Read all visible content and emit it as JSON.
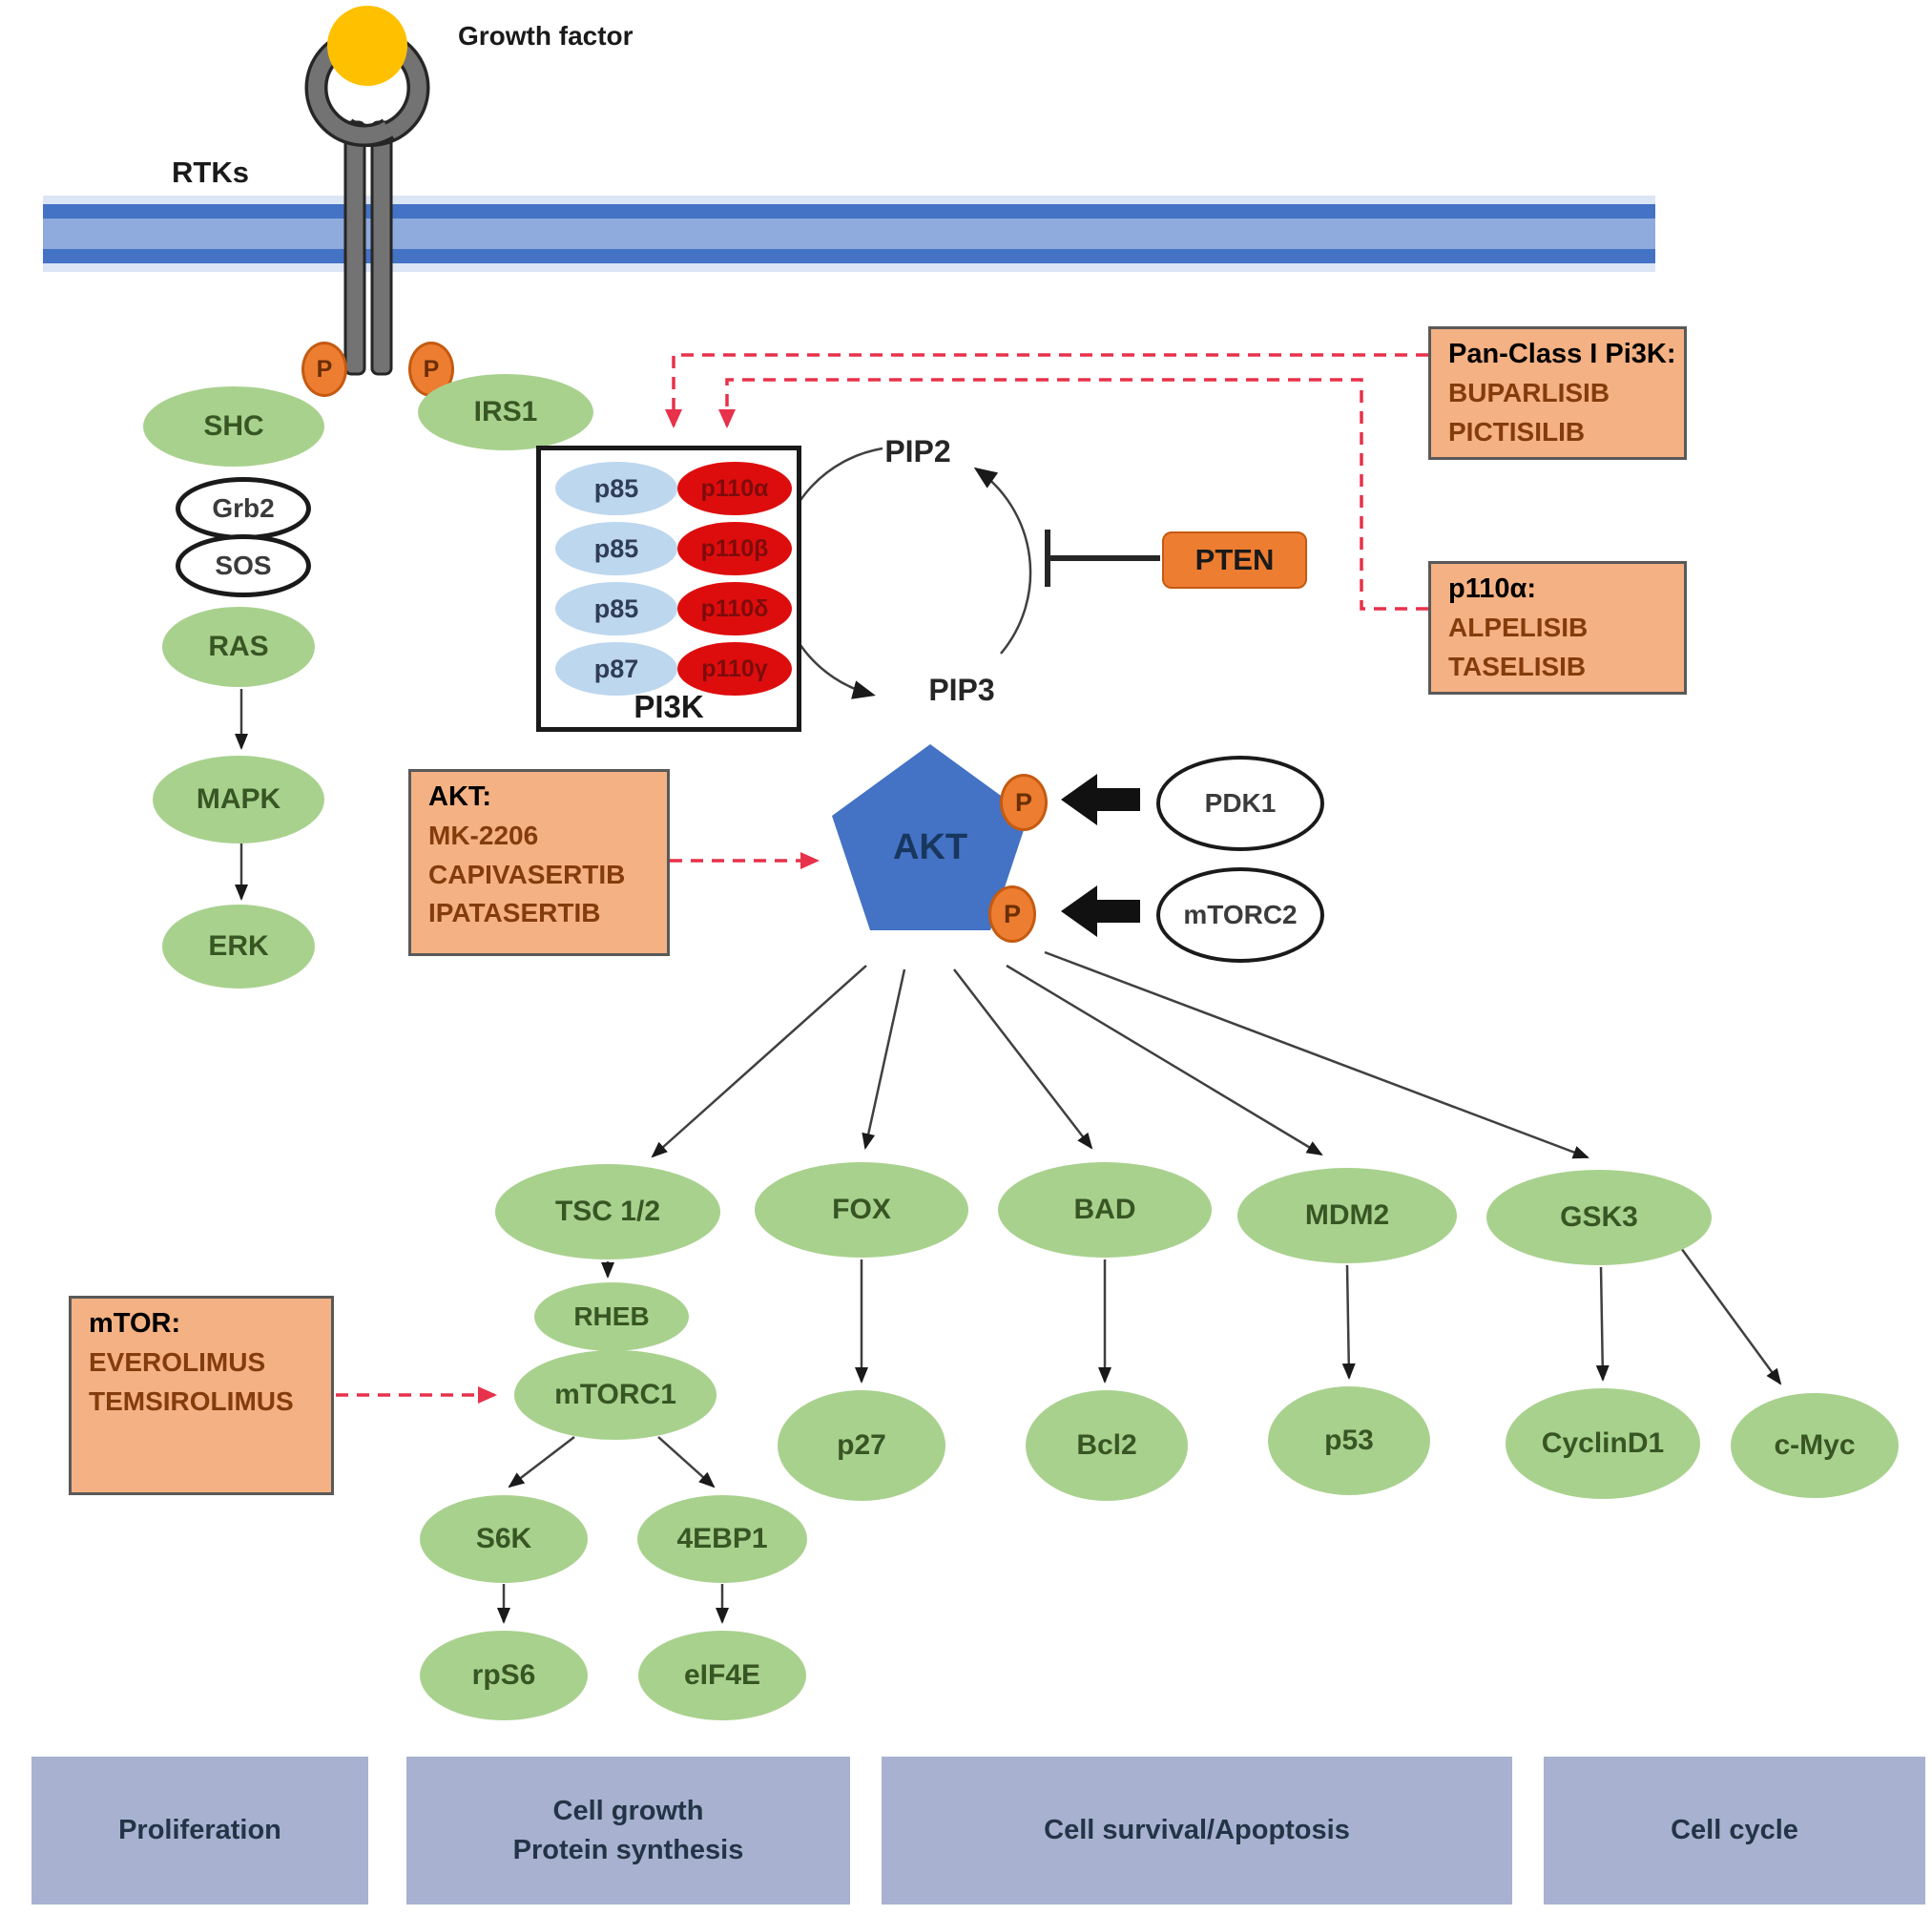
{
  "header": {
    "growth_factor": "Growth factor",
    "rtks": "RTKs"
  },
  "receptor": {
    "p_badge": "P"
  },
  "left_cascade": {
    "shc": "SHC",
    "grb2": "Grb2",
    "sos": "SOS",
    "ras": "RAS",
    "mapk": "MAPK",
    "erk": "ERK",
    "irs1": "IRS1"
  },
  "pi3k_complex": {
    "title": "PI3K",
    "rows": [
      {
        "reg": "p85",
        "cat": "p110α"
      },
      {
        "reg": "p85",
        "cat": "p110β"
      },
      {
        "reg": "p85",
        "cat": "p110δ"
      },
      {
        "reg": "p87",
        "cat": "p110γ"
      }
    ]
  },
  "lipid_cycle": {
    "pip2": "PIP2",
    "pip3": "PIP3",
    "pten": "PTEN"
  },
  "akt_hub": {
    "akt": "AKT",
    "p_badge": "P",
    "pdk1": "PDK1",
    "mtorc2": "mTORC2"
  },
  "drug_boxes": {
    "pan_class": {
      "title": "Pan-Class I Pi3K:",
      "drugs": [
        "BUPARLISIB",
        "PICTISILIB"
      ]
    },
    "p110a": {
      "title": "p110α:",
      "drugs": [
        "ALPELISIB",
        "TASELISIB"
      ]
    },
    "akt": {
      "title": "AKT:",
      "drugs": [
        "MK-2206",
        "CAPIVASERTIB",
        "IPATASERTIB"
      ]
    },
    "mtor": {
      "title": "mTOR:",
      "drugs": [
        "EVEROLIMUS",
        "TEMSIROLIMUS"
      ]
    }
  },
  "downstream": {
    "tsc": "TSC 1/2",
    "fox": "FOX",
    "bad": "BAD",
    "mdm2": "MDM2",
    "gsk3": "GSK3",
    "rheb": "RHEB",
    "mtorc1": "mTORC1",
    "p27": "p27",
    "bcl2": "Bcl2",
    "p53": "p53",
    "cyclind1": "CyclinD1",
    "cmyc": "c-Myc",
    "s6k": "S6K",
    "febp1": "4EBP1",
    "rps6": "rpS6",
    "eif4e": "eIF4E"
  },
  "outcomes": [
    {
      "lines": [
        "Proliferation"
      ]
    },
    {
      "lines": [
        "Cell growth",
        "Protein synthesis"
      ]
    },
    {
      "lines": [
        "Cell survival/Apoptosis"
      ]
    },
    {
      "lines": [
        "Cell cycle"
      ]
    }
  ],
  "colors": {
    "green_node": "#a9d18e",
    "green_text": "#375623",
    "blue_subunit": "#bdd7ee",
    "red_subunit": "#de0d0d",
    "orange_drug_box": "#f4b183",
    "orange_badge": "#ed7d31",
    "membrane_dark": "#4472c4",
    "membrane_light": "#8faadc",
    "akt_pentagon": "#4472c4",
    "outcome_bar": "#a8b2d0",
    "inhibitor_dash": "#e8314a",
    "growth_factor_ball": "#ffc000"
  }
}
